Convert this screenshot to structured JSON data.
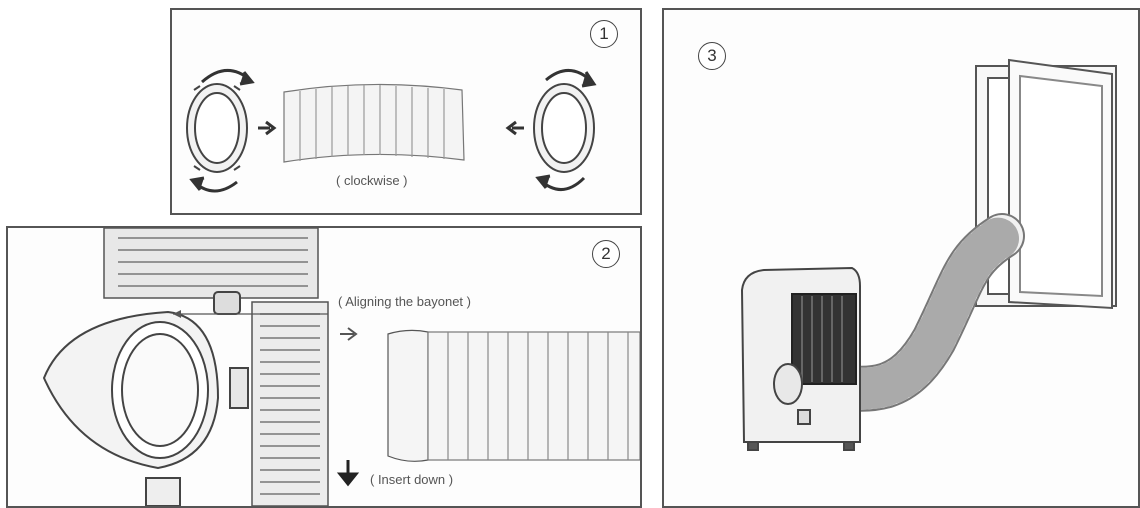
{
  "steps": [
    {
      "number": "1",
      "caption": "( clockwise )"
    },
    {
      "number": "2",
      "caption_top": "( Aligning the bayonet )",
      "caption_bottom": "( Insert down )"
    },
    {
      "number": "3"
    }
  ],
  "colors": {
    "line": "#444444",
    "light": "#bbbbbb",
    "fill": "#efefef"
  }
}
